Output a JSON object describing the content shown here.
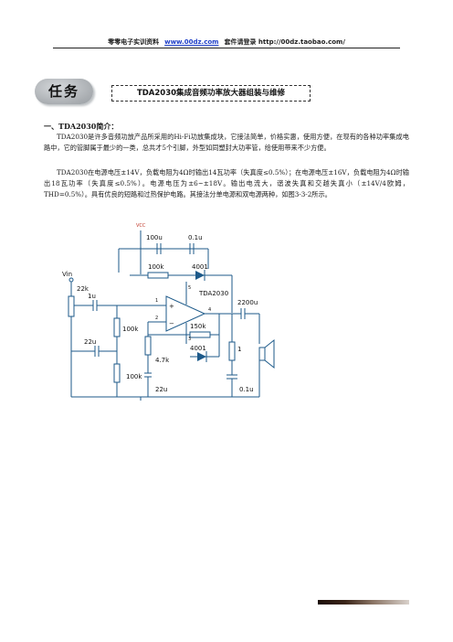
{
  "header": {
    "site_name": "零零电子实训资料",
    "site_url": "www.00dz.com",
    "kit_text": "套件请登录 http://00dz.taobao.com/"
  },
  "badge": {
    "label": "任务"
  },
  "task_title": "TDA2030集成音频功率放大器组装与维修",
  "section": {
    "heading": "一、TDA2030简介："
  },
  "paragraphs": [
    "TDA2030是许多音频功放产品所采用的Hi-Fi功放集成块，它接法简单，价格实惠，使用方便，在现有的各种功率集成电路中，它的管脚属于最少的一类，总共才5个引脚，外型如同塑封大功率管，给使用带来不少方便。",
    "TDA2030在电源电压±14V，负载电阻为4Ω时输出14瓦功率（失真度≤0.5%）；在电源电压±16V，负载电阻为4Ω时输出18瓦功率（失真度≤0.5%）。电源电压为±6~±18V。输出电流大，谐波失真和交越失真小（±14V/4欧姆，THD=0.5%）。具有优良的短路和过热保护电路。其接法分单电源和双电源两种，如图3-3-2所示。"
  ],
  "circuit": {
    "labels": {
      "vcc": "VCC",
      "c_supply": "100u",
      "c_bypass": "0.1u",
      "r_feedback_top": "100k",
      "diode_top": "4001",
      "vin": "Vin",
      "pot": "22k",
      "c_in": "1u",
      "ic": "TDA2030",
      "c_out": "2200u",
      "r_bias_top": "100k",
      "c_bias": "22u",
      "r_feedback": "150k",
      "diode_bottom": "4001",
      "r_gain": "4.7k",
      "r_zobel": "1",
      "r_bias_bottom": "100k",
      "c_gain": "22u",
      "c_zobel": "0.1u",
      "pin1": "1",
      "pin2": "2",
      "pin3": "3",
      "pin4": "4",
      "pin5": "5",
      "plus": "+",
      "minus": "−"
    }
  }
}
